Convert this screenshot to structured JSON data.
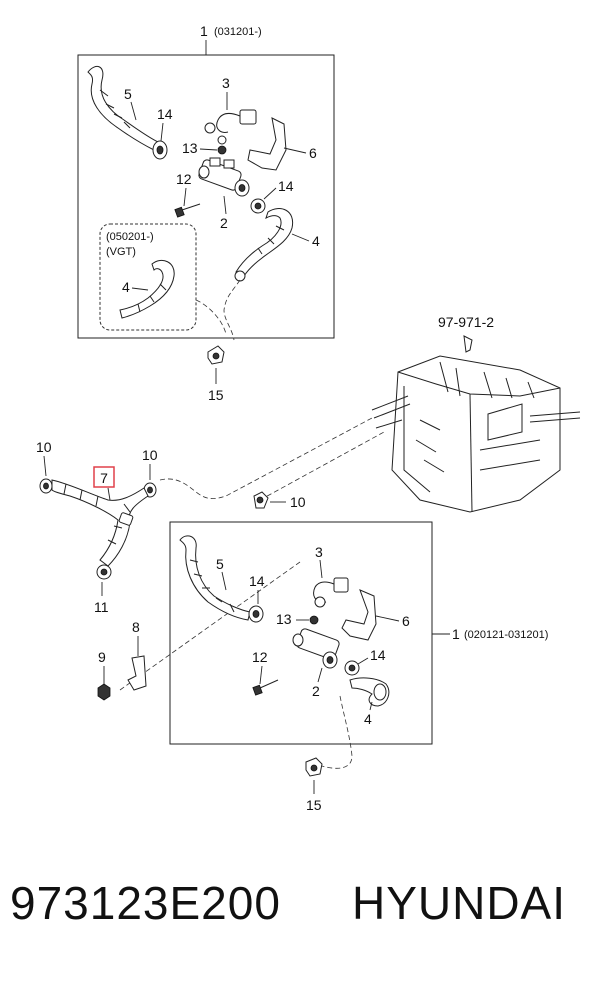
{
  "diagram": {
    "top_box": {
      "ref": "1",
      "ref_range": "(031201-)",
      "inset_range": "(050201-)",
      "inset_variant": "(VGT)",
      "labels": {
        "l5": "5",
        "l14a": "14",
        "l3": "3",
        "l13": "13",
        "l6": "6",
        "l12": "12",
        "l14b": "14",
        "l2": "2",
        "l4a": "4",
        "l4b": "4"
      }
    },
    "bottom_box": {
      "ref": "1",
      "ref_range": "(020121-031201)",
      "labels": {
        "l5": "5",
        "l14a": "14",
        "l3": "3",
        "l13": "13",
        "l6": "6",
        "l12": "12",
        "l14b": "14",
        "l2": "2",
        "l4": "4"
      }
    },
    "outside_labels": {
      "l15_top": "15",
      "l15_bottom": "15",
      "ref_heater": "97-971-2",
      "l10_left": "10",
      "l10_mid": "10",
      "l10_right": "10",
      "l7": "7",
      "l11": "11",
      "l8": "8",
      "l9": "9"
    },
    "highlight_color": "#e0404a"
  },
  "footer": {
    "part_number": "973123E200",
    "brand": "HYUNDAI"
  }
}
